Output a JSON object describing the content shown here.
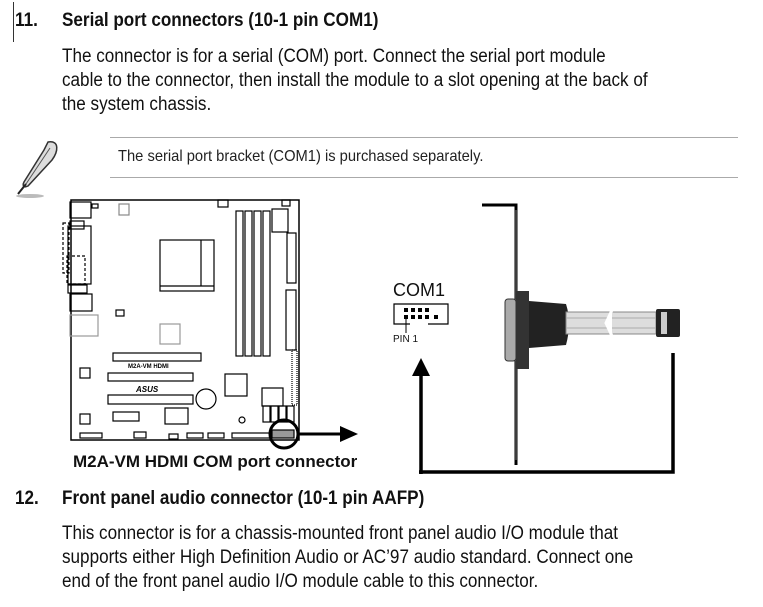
{
  "section11": {
    "number": "11.",
    "title": "Serial port connectors (10-1 pin COM1)",
    "body_lines": [
      "The connector is for a serial (COM) port. Connect the serial port module",
      "cable to the connector, then install the module to a slot opening at the back of",
      "the system chassis."
    ]
  },
  "note": {
    "icon": "feather-pen-icon",
    "text": "The serial port bracket (COM1) is purchased separately."
  },
  "diagram": {
    "board_model_label": "M2A-VM HDMI",
    "brand_label": "ASUS",
    "caption": "M2A-VM HDMI COM port connector",
    "connector_label": "COM1",
    "pin_label": "PIN 1"
  },
  "section12": {
    "number": "12.",
    "title": "Front panel audio connector (10-1 pin AAFP)",
    "body_lines": [
      "This connector is for a chassis-mounted front panel audio I/O module that",
      "supports either High Definition Audio or AC’97 audio standard. Connect one",
      "end of the front panel audio I/O module cable to this connector."
    ]
  }
}
